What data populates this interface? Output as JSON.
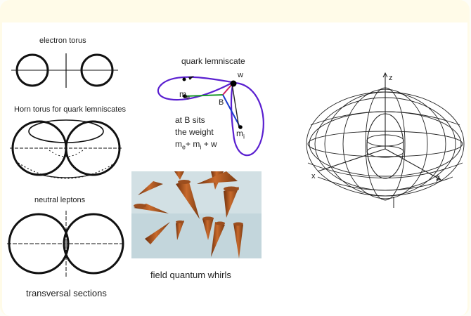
{
  "labels": {
    "electron_torus": "electron torus",
    "horn_torus": "Horn torus for quark lemniscates",
    "neutral_leptons": "neutral leptons",
    "transversal_sections": "transversal sections",
    "quark_lemniscate": "quark lemniscate",
    "w_label": "w",
    "b_label": "B",
    "me_label": "m",
    "me_sub": "e",
    "mi_label": "m",
    "mi_sub": "i",
    "weight_line1": "at B sits",
    "weight_line2": "the weight",
    "weight_line3_a": "m",
    "weight_line3_a_sub": "e",
    "weight_line3_b": "+ m",
    "weight_line3_b_sub": "i",
    "weight_line3_c": " + w",
    "field_quantum": "field quantum whirls",
    "axis_z": "z",
    "axis_x": "x",
    "axis_y": "y"
  },
  "colors": {
    "page_bg": "#fffbe8",
    "lemniscate_purple": "#5a1fd0",
    "line_green": "#1a9a2a",
    "line_blue": "#1a3ad0",
    "line_red": "#d02060",
    "cone_orange": "#b8602a",
    "photo_bg": "#c3d6dc"
  }
}
